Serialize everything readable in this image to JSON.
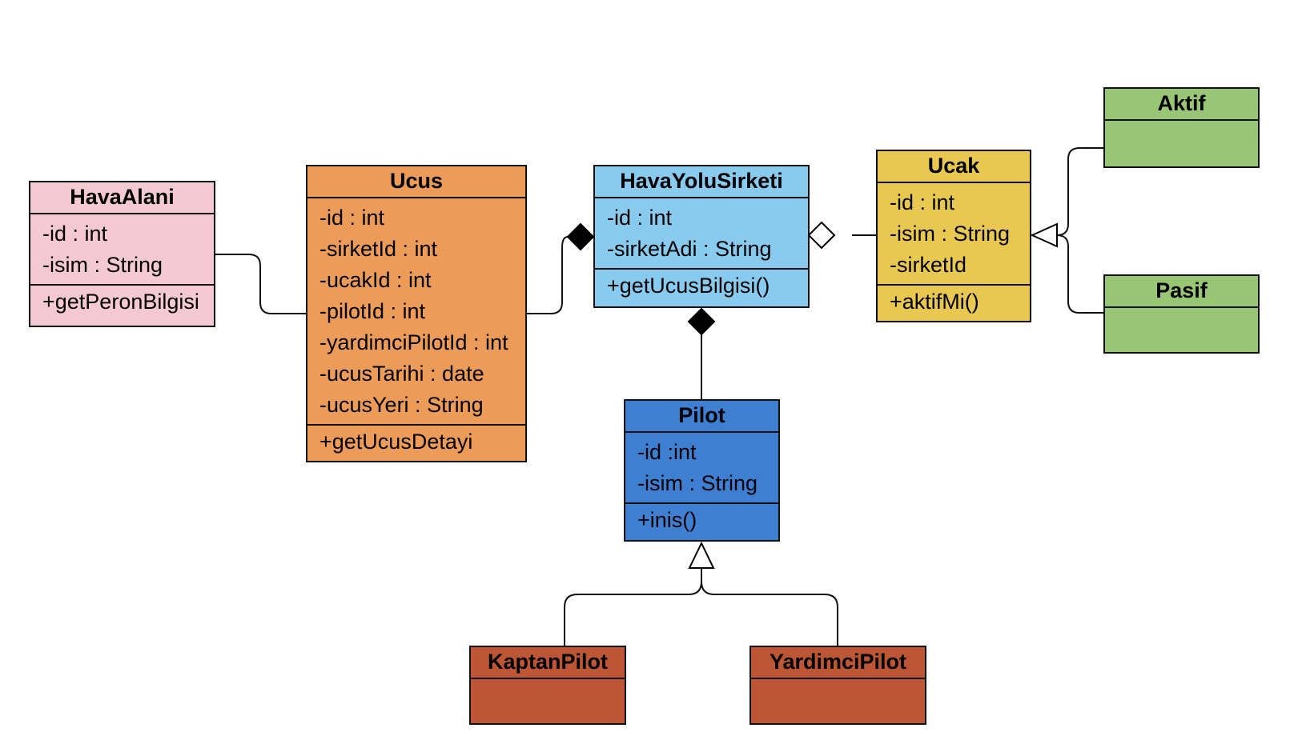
{
  "colors": {
    "havaalani": "#f5c9d4",
    "ucus": "#ec9c58",
    "havayolu": "#89cbee",
    "ucak": "#e9c851",
    "durum": "#98c674",
    "pilot": "#3f7fd2",
    "altpilot": "#bd5634",
    "line": "#111111"
  },
  "classes": {
    "havaalani": {
      "name": "HavaAlani",
      "attributes": [
        "-id : int",
        "-isim : String"
      ],
      "methods": [
        "+getPeronBilgisi"
      ]
    },
    "ucus": {
      "name": "Ucus",
      "attributes": [
        "-id : int",
        "-sirketId : int",
        "-ucakId : int",
        "-pilotId : int",
        "-yardimciPilotId : int",
        "-ucusTarihi : date",
        "-ucusYeri : String"
      ],
      "methods": [
        "+getUcusDetayi"
      ]
    },
    "havayolusirketi": {
      "name": "HavaYoluSirketi",
      "attributes": [
        "-id : int",
        "-sirketAdi : String"
      ],
      "methods": [
        "+getUcusBilgisi()"
      ]
    },
    "ucak": {
      "name": "Ucak",
      "attributes": [
        "-id : int",
        "-isim : String",
        "-sirketId"
      ],
      "methods": [
        "+aktifMi()"
      ]
    },
    "aktif": {
      "name": "Aktif"
    },
    "pasif": {
      "name": "Pasif"
    },
    "pilot": {
      "name": "Pilot",
      "attributes": [
        "-id :int",
        "-isim : String"
      ],
      "methods": [
        "+inis()"
      ]
    },
    "kaptanpilot": {
      "name": "KaptanPilot"
    },
    "yardimcipilot": {
      "name": "YardimciPilot"
    }
  },
  "relations": [
    {
      "from": "havaalani",
      "to": "ucus",
      "kind": "association"
    },
    {
      "from": "ucus",
      "to": "havayolusirketi",
      "kind": "composition"
    },
    {
      "from": "ucak",
      "to": "havayolusirketi",
      "kind": "aggregation"
    },
    {
      "from": "pilot",
      "to": "havayolusirketi",
      "kind": "composition"
    },
    {
      "from": "aktif",
      "to": "ucak",
      "kind": "generalization"
    },
    {
      "from": "pasif",
      "to": "ucak",
      "kind": "generalization"
    },
    {
      "from": "kaptanpilot",
      "to": "pilot",
      "kind": "generalization"
    },
    {
      "from": "yardimcipilot",
      "to": "pilot",
      "kind": "generalization"
    }
  ]
}
